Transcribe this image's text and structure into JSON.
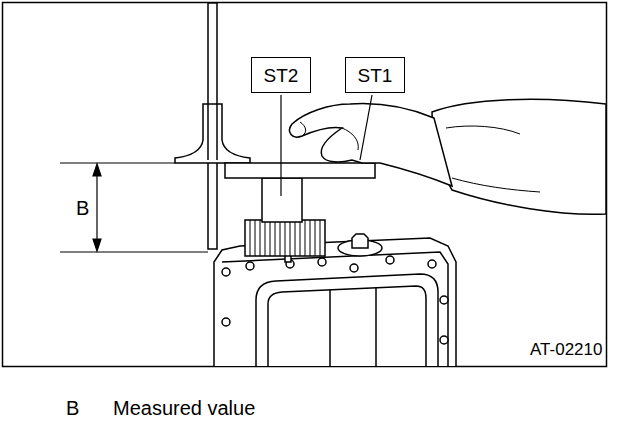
{
  "diagram": {
    "nodes": [
      {
        "text": [
          "ST2"
        ]
      },
      {
        "text": [
          "ST1"
        ]
      }
    ],
    "labels": [
      "B",
      "AT-02210",
      "B",
      "Measured value"
    ]
  }
}
